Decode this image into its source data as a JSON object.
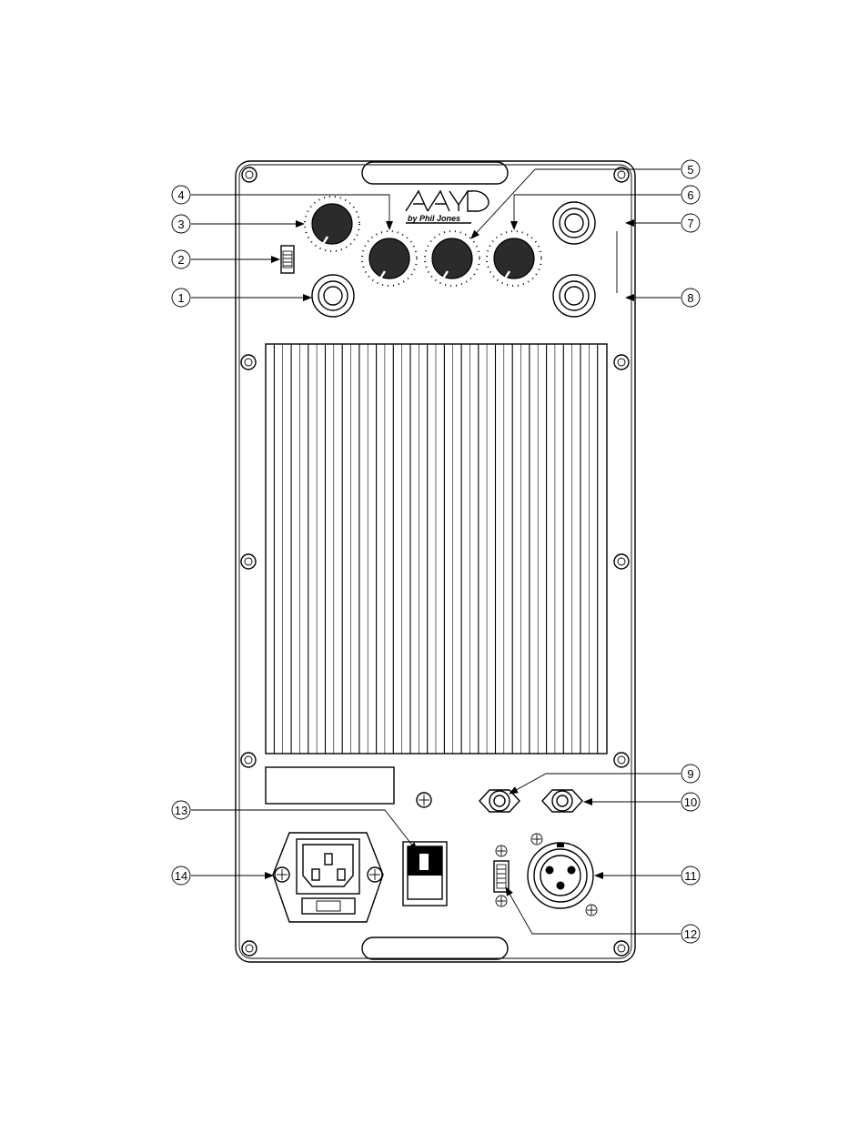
{
  "logo": {
    "brand": "AAD",
    "subtitle": "by Phil Jones"
  },
  "callouts": [
    "1",
    "2",
    "3",
    "4",
    "5",
    "6",
    "7",
    "8",
    "9",
    "10",
    "11",
    "12",
    "13",
    "14"
  ],
  "icons": {
    "knob": "rotary-knob-icon",
    "jack": "quarter-inch-jack-icon",
    "xlr": "xlr-connector-icon",
    "iec": "iec-power-inlet-icon",
    "screw": "screw-icon",
    "switch": "slide-switch-icon",
    "power": "power-switch-icon"
  }
}
